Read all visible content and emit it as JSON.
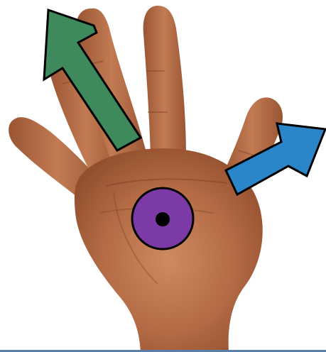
{
  "figure": {
    "subject": "hand-palm",
    "background": "#ffffff",
    "skin": {
      "base": "#b36a45",
      "light": "#d3926a",
      "shadow": "#8a4a2c",
      "crease": "#7a3f25"
    },
    "vectors": [
      {
        "name": "green-arrow",
        "color": "#3f8a5c",
        "direction": "up-left"
      },
      {
        "name": "blue-arrow",
        "color": "#2a86c8",
        "direction": "up-right"
      }
    ],
    "point_marker": {
      "name": "out-of-page-symbol",
      "ring_color": "#7b3aa6",
      "dot_color": "#000000"
    },
    "bottom_rule_color": "#5b7fa8"
  }
}
